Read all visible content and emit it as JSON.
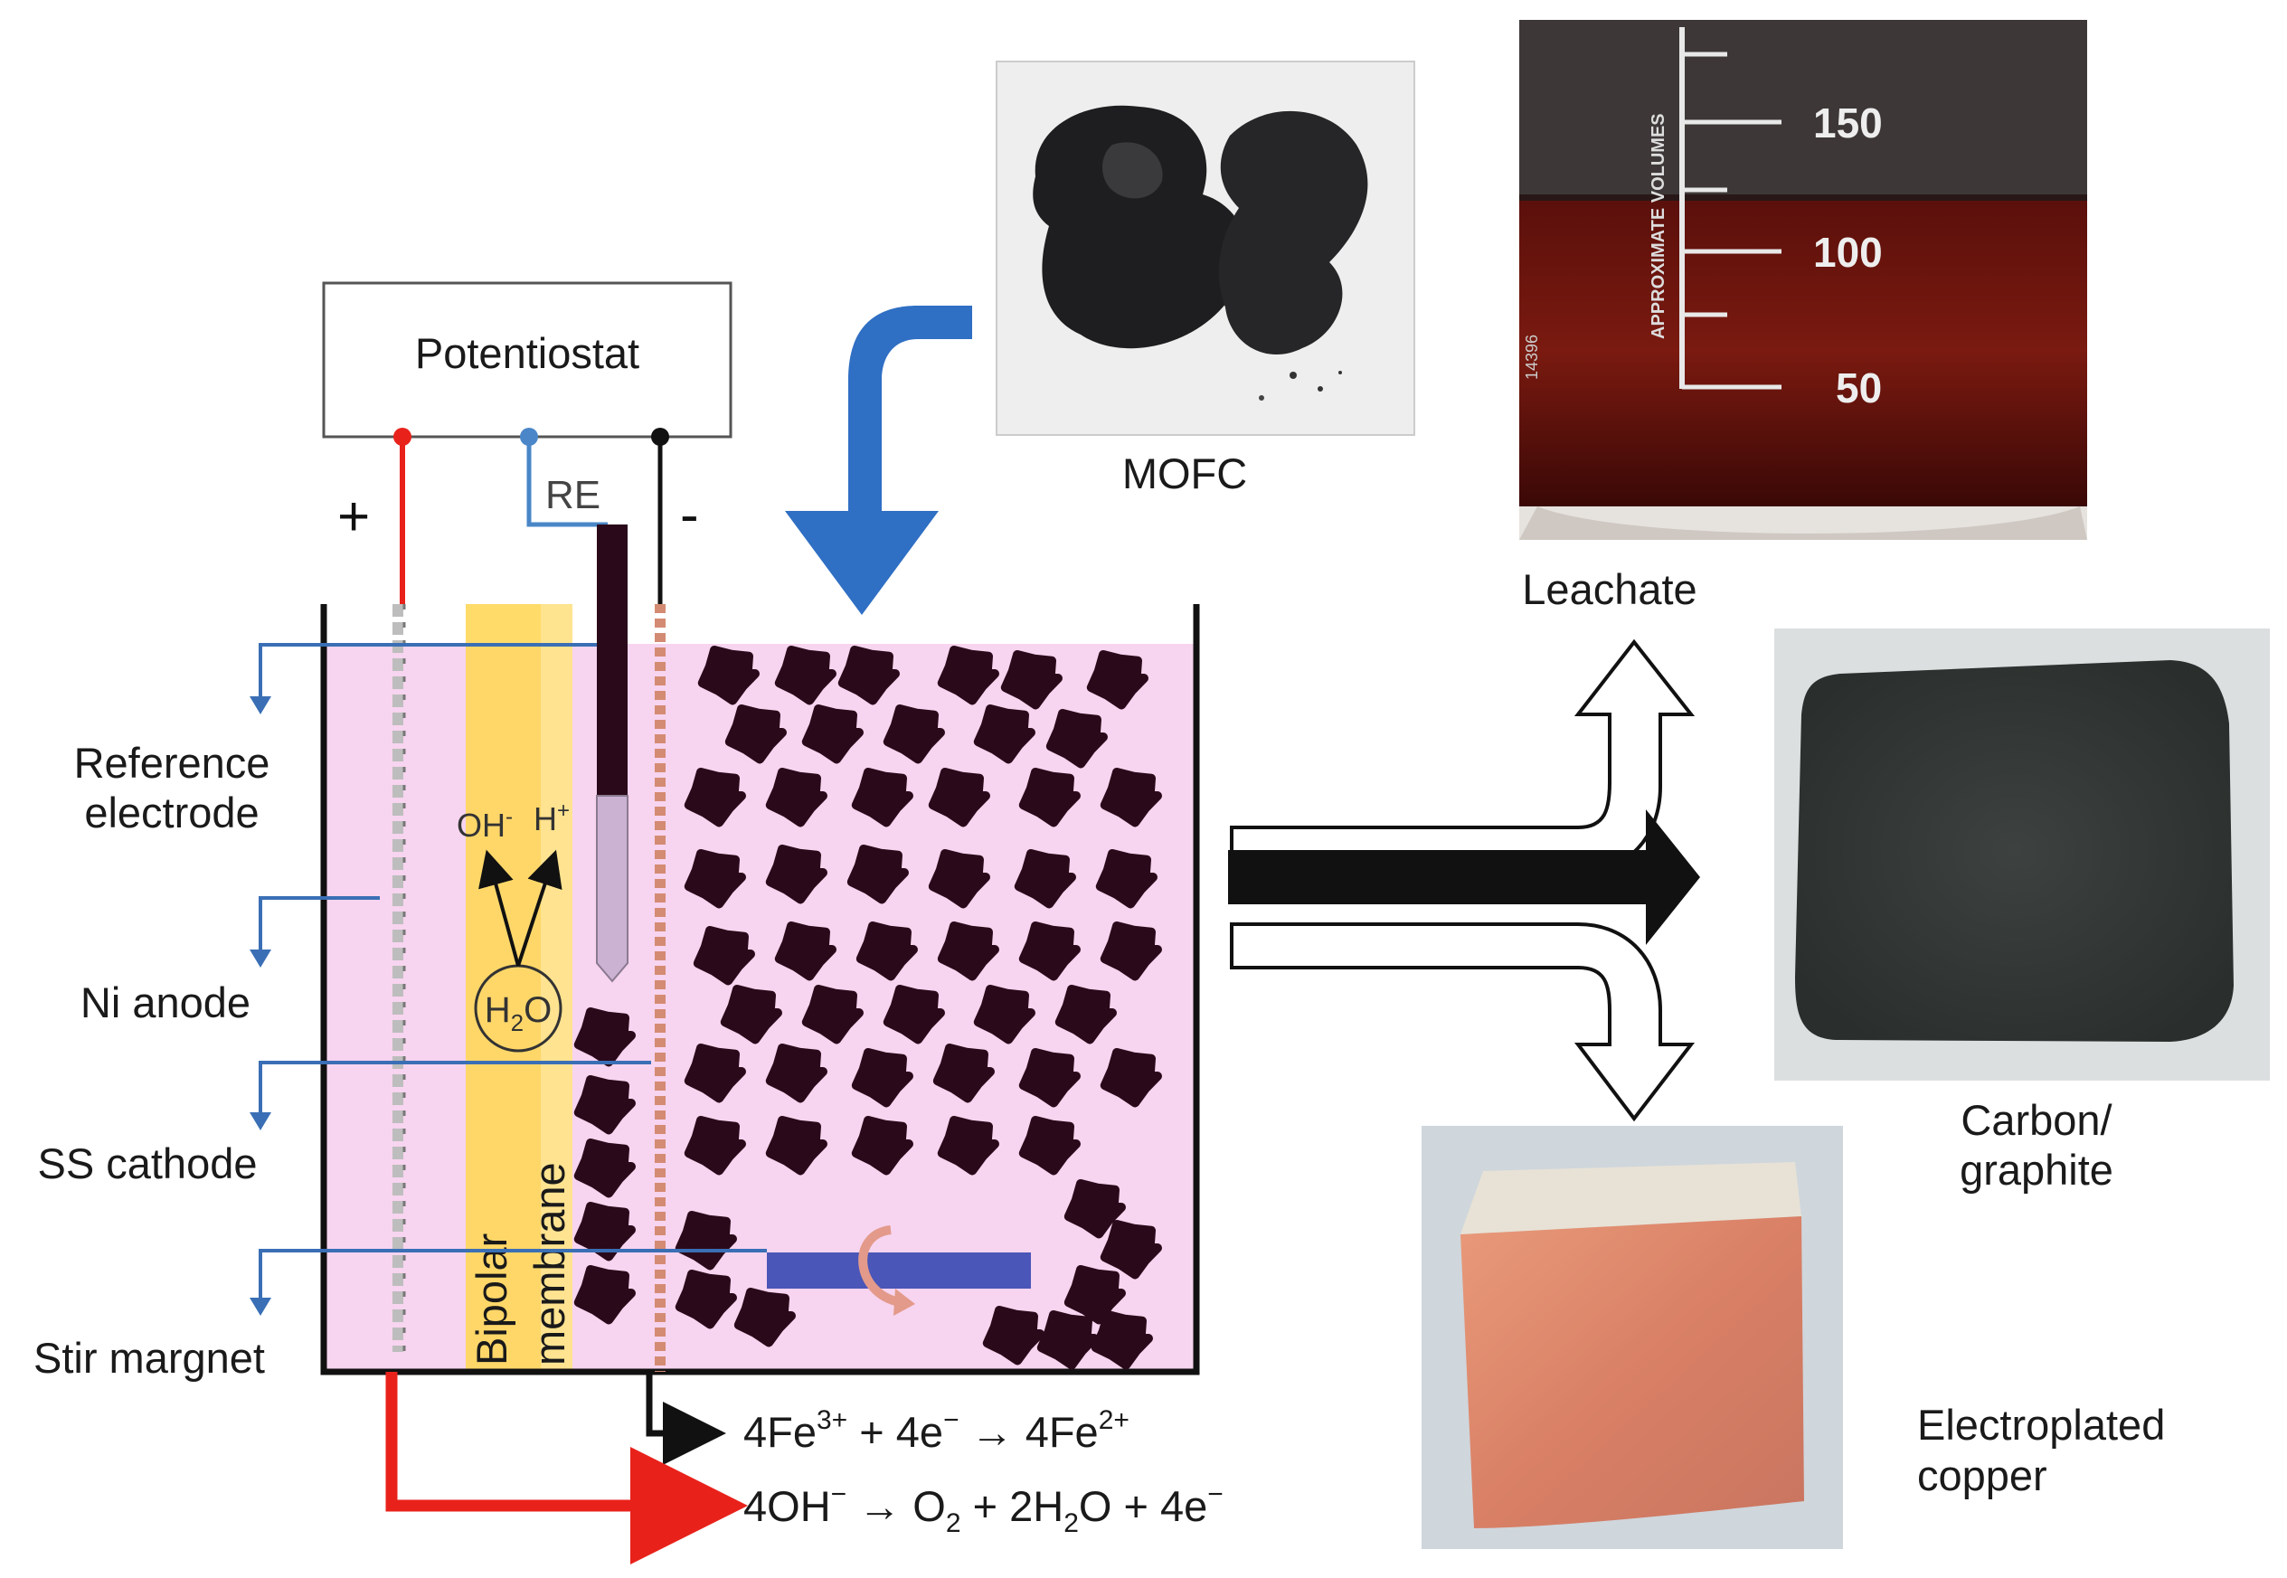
{
  "potentiostat": {
    "label": "Potentiostat"
  },
  "terminals": {
    "plus": "+",
    "minus": "-",
    "re": "RE"
  },
  "membrane": {
    "line1": "Bipolar",
    "line2": "membrane"
  },
  "water_split": {
    "oh": "OH",
    "oh_sup": "-",
    "h": "H",
    "h_sup": "+",
    "water_h": "H",
    "water_sub": "2",
    "water_o": "O"
  },
  "callouts": [
    {
      "line1": "Reference",
      "line2": "electrode"
    },
    {
      "line1": "Ni anode"
    },
    {
      "line1": "SS cathode"
    },
    {
      "line1": "Stir margnet"
    }
  ],
  "equations": {
    "cathode": {
      "a": "4Fe",
      "a_sup": "3+",
      "b": " + 4e",
      "b_sup": "−",
      "c": " → 4Fe",
      "c_sup": "2+"
    },
    "anode": {
      "a": "4OH",
      "a_sup": "−",
      "b": " → O",
      "b_sub": "2",
      "c": " + 2H",
      "c_sub": "2",
      "d": "O + 4e",
      "d_sup": "−"
    }
  },
  "photos": {
    "mofc": {
      "caption": "MOFC"
    },
    "leachate": {
      "caption": "Leachate",
      "beaker_brand": "APPROXIMATE VOLUMES",
      "beaker_code": "14396",
      "marks": [
        "150",
        "100",
        "50"
      ]
    },
    "carbon": {
      "line1": "Carbon/",
      "line2": "graphite"
    },
    "copper": {
      "line1": "Electroplated",
      "line2": "copper"
    }
  },
  "colors": {
    "anode_wire": "#e8221b",
    "ref_wire": "#4a86c8",
    "cathode_wire": "#111111",
    "flow_arrow": "#2f6fc4",
    "electrolyte": "#f7d4ef",
    "membrane": "#ffd75a",
    "particle": "#2a0a1a",
    "stir_bar": "#4a56b8"
  }
}
